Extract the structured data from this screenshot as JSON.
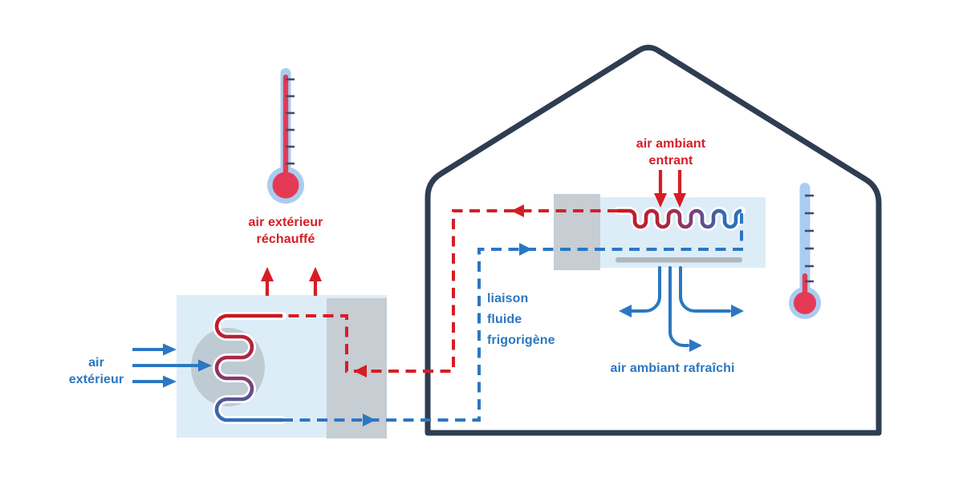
{
  "labels": {
    "heated_outdoor_air": {
      "lines": [
        "air extérieur",
        "réchauffé"
      ]
    },
    "outdoor_air": {
      "lines": [
        "air",
        "extérieur"
      ]
    },
    "incoming_ambient_air": {
      "lines": [
        "air ambiant",
        "entrant"
      ]
    },
    "refrigerant_link": {
      "lines": [
        "liaison",
        "fluide",
        "frigorigène"
      ]
    },
    "cooled_ambient_air": {
      "lines": [
        "air ambiant rafraîchi"
      ]
    }
  },
  "palette": {
    "hot_red": "#d51e25",
    "cold_blue": "#2b77c2",
    "house_navy": "#2e3d52",
    "unit_fill_blue": "#ddedf8",
    "panel_gray": "#c6cdd3",
    "fan_gray": "#b8c2c9",
    "vent_gray": "#b1b7bb",
    "thermometer_tube_blue": "#a9cdf1",
    "thermometer_fluid_red": "#e43a55",
    "tick_dark": "#3f4f5f",
    "coil_gradient": [
      "#c8191f",
      "#7c3f77",
      "#2d6fb7"
    ]
  }
}
